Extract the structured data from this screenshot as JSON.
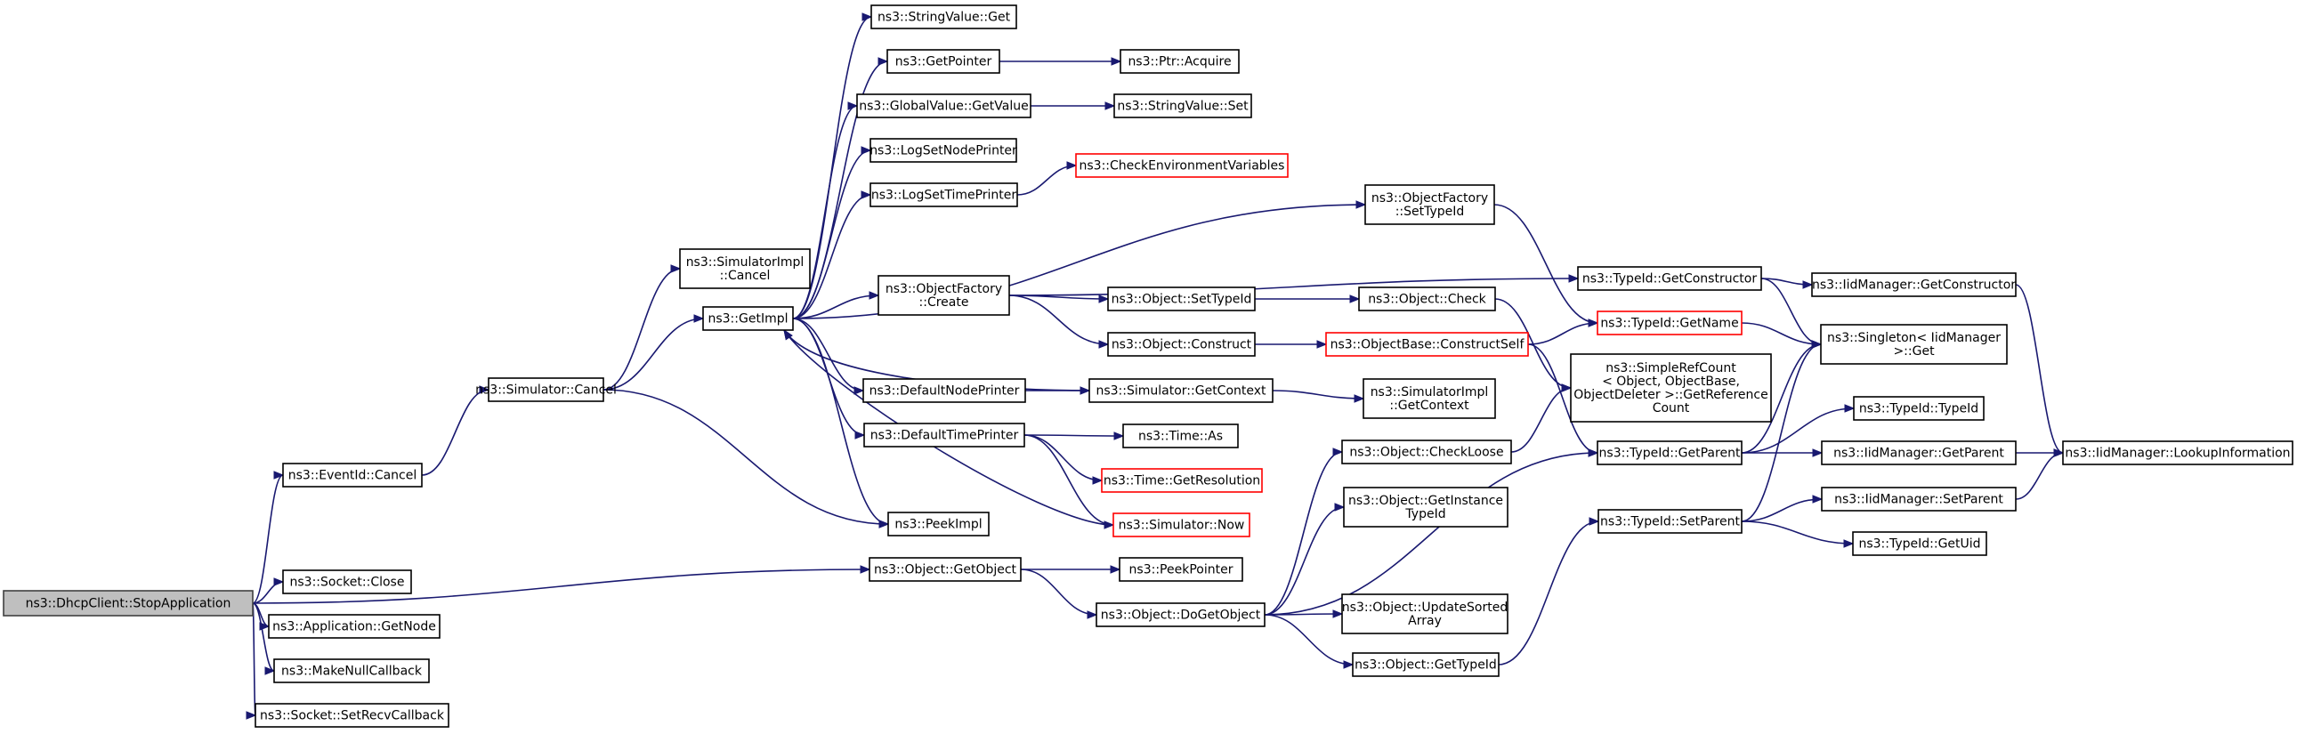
{
  "nodes": [
    {
      "id": "dhcp",
      "lines": [
        "ns3::DhcpClient::StopApplication"
      ],
      "style": "root"
    },
    {
      "id": "eventid_cancel",
      "lines": [
        "ns3::EventId::Cancel"
      ]
    },
    {
      "id": "socket_close",
      "lines": [
        "ns3::Socket::Close"
      ]
    },
    {
      "id": "app_getnode",
      "lines": [
        "ns3::Application::GetNode"
      ]
    },
    {
      "id": "makenull",
      "lines": [
        "ns3::MakeNullCallback"
      ]
    },
    {
      "id": "setrecv",
      "lines": [
        "ns3::Socket::SetRecvCallback"
      ]
    },
    {
      "id": "sim_cancel",
      "lines": [
        "ns3::Simulator::Cancel"
      ]
    },
    {
      "id": "simimpl_cancel",
      "lines": [
        "ns3::SimulatorImpl",
        "::Cancel"
      ]
    },
    {
      "id": "getimpl",
      "lines": [
        "ns3::GetImpl"
      ]
    },
    {
      "id": "peekimpl",
      "lines": [
        "ns3::PeekImpl"
      ]
    },
    {
      "id": "stringvalue_get",
      "lines": [
        "ns3::StringValue::Get"
      ]
    },
    {
      "id": "getpointer",
      "lines": [
        "ns3::GetPointer"
      ]
    },
    {
      "id": "globalvalue_getvalue",
      "lines": [
        "ns3::GlobalValue::GetValue"
      ]
    },
    {
      "id": "logsetnodeprinter",
      "lines": [
        "ns3::LogSetNodePrinter"
      ]
    },
    {
      "id": "logsettimeprinter",
      "lines": [
        "ns3::LogSetTimePrinter"
      ]
    },
    {
      "id": "objectfactory_create",
      "lines": [
        "ns3::ObjectFactory",
        "::Create"
      ]
    },
    {
      "id": "defaultnodeprinter",
      "lines": [
        "ns3::DefaultNodePrinter"
      ]
    },
    {
      "id": "defaulttimeprinter",
      "lines": [
        "ns3::DefaultTimePrinter"
      ]
    },
    {
      "id": "ptr_acquire",
      "lines": [
        "ns3::Ptr::Acquire"
      ]
    },
    {
      "id": "stringvalue_set",
      "lines": [
        "ns3::StringValue::Set"
      ]
    },
    {
      "id": "checkenv",
      "lines": [
        "ns3::CheckEnvironmentVariables"
      ],
      "style": "red"
    },
    {
      "id": "objectfactory_settypeid",
      "lines": [
        "ns3::ObjectFactory",
        "::SetTypeId"
      ]
    },
    {
      "id": "object_settypeid",
      "lines": [
        "ns3::Object::SetTypeId"
      ]
    },
    {
      "id": "object_construct",
      "lines": [
        "ns3::Object::Construct"
      ]
    },
    {
      "id": "sim_getcontext",
      "lines": [
        "ns3::Simulator::GetContext"
      ]
    },
    {
      "id": "time_as",
      "lines": [
        "ns3::Time::As"
      ]
    },
    {
      "id": "time_getresolution",
      "lines": [
        "ns3::Time::GetResolution"
      ],
      "style": "red"
    },
    {
      "id": "sim_now",
      "lines": [
        "ns3::Simulator::Now"
      ],
      "style": "red"
    },
    {
      "id": "object_getobject",
      "lines": [
        "ns3::Object::GetObject"
      ]
    },
    {
      "id": "peekpointer",
      "lines": [
        "ns3::PeekPointer"
      ]
    },
    {
      "id": "object_dogetobject",
      "lines": [
        "ns3::Object::DoGetObject"
      ]
    },
    {
      "id": "object_check",
      "lines": [
        "ns3::Object::Check"
      ]
    },
    {
      "id": "objectbase_constructself",
      "lines": [
        "ns3::ObjectBase::ConstructSelf"
      ],
      "style": "red"
    },
    {
      "id": "simimpl_getcontext",
      "lines": [
        "ns3::SimulatorImpl",
        "::GetContext"
      ]
    },
    {
      "id": "object_checkloose",
      "lines": [
        "ns3::Object::CheckLoose"
      ]
    },
    {
      "id": "object_getinstancetypeid",
      "lines": [
        "ns3::Object::GetInstance",
        "TypeId"
      ]
    },
    {
      "id": "object_updatesortedarray",
      "lines": [
        "ns3::Object::UpdateSorted",
        "Array"
      ]
    },
    {
      "id": "object_gettypeid",
      "lines": [
        "ns3::Object::GetTypeId"
      ]
    },
    {
      "id": "typeid_getconstructor",
      "lines": [
        "ns3::TypeId::GetConstructor"
      ]
    },
    {
      "id": "typeid_getname",
      "lines": [
        "ns3::TypeId::GetName"
      ],
      "style": "red"
    },
    {
      "id": "simplerefcount",
      "lines": [
        "ns3::SimpleRefCount",
        "< Object, ObjectBase,",
        "ObjectDeleter >::GetReference",
        "Count"
      ]
    },
    {
      "id": "typeid_getparent",
      "lines": [
        "ns3::TypeId::GetParent"
      ]
    },
    {
      "id": "typeid_setparent",
      "lines": [
        "ns3::TypeId::SetParent"
      ]
    },
    {
      "id": "iidmanager_getconstructor",
      "lines": [
        "ns3::IidManager::GetConstructor"
      ]
    },
    {
      "id": "singleton_get",
      "lines": [
        "ns3::Singleton< IidManager",
        ">::Get"
      ]
    },
    {
      "id": "typeid_typeid",
      "lines": [
        "ns3::TypeId::TypeId"
      ]
    },
    {
      "id": "iidmanager_getparent",
      "lines": [
        "ns3::IidManager::GetParent"
      ]
    },
    {
      "id": "iidmanager_setparent",
      "lines": [
        "ns3::IidManager::SetParent"
      ]
    },
    {
      "id": "typeid_getuid",
      "lines": [
        "ns3::TypeId::GetUid"
      ]
    },
    {
      "id": "iidmanager_lookupinformation",
      "lines": [
        "ns3::IidManager::LookupInformation"
      ]
    }
  ],
  "edges": [
    [
      "dhcp",
      "eventid_cancel"
    ],
    [
      "dhcp",
      "socket_close"
    ],
    [
      "dhcp",
      "app_getnode"
    ],
    [
      "dhcp",
      "makenull"
    ],
    [
      "dhcp",
      "setrecv"
    ],
    [
      "dhcp",
      "object_getobject"
    ],
    [
      "eventid_cancel",
      "sim_cancel"
    ],
    [
      "sim_cancel",
      "simimpl_cancel"
    ],
    [
      "sim_cancel",
      "getimpl"
    ],
    [
      "sim_cancel",
      "peekimpl"
    ],
    [
      "getimpl",
      "stringvalue_get"
    ],
    [
      "getimpl",
      "getpointer"
    ],
    [
      "getimpl",
      "globalvalue_getvalue"
    ],
    [
      "getimpl",
      "logsetnodeprinter"
    ],
    [
      "getimpl",
      "logsettimeprinter"
    ],
    [
      "getimpl",
      "objectfactory_settypeid"
    ],
    [
      "getimpl",
      "objectfactory_create"
    ],
    [
      "getimpl",
      "defaultnodeprinter"
    ],
    [
      "getimpl",
      "defaulttimeprinter"
    ],
    [
      "getimpl",
      "peekimpl"
    ],
    [
      "getpointer",
      "ptr_acquire"
    ],
    [
      "globalvalue_getvalue",
      "stringvalue_set"
    ],
    [
      "logsettimeprinter",
      "checkenv"
    ],
    [
      "objectfactory_settypeid",
      "typeid_getname"
    ],
    [
      "objectfactory_create",
      "typeid_getconstructor"
    ],
    [
      "objectfactory_create",
      "object_settypeid"
    ],
    [
      "objectfactory_create",
      "object_construct"
    ],
    [
      "object_settypeid",
      "object_check"
    ],
    [
      "object_construct",
      "objectbase_constructself"
    ],
    [
      "defaultnodeprinter",
      "sim_getcontext"
    ],
    [
      "sim_getcontext",
      "getimpl"
    ],
    [
      "sim_getcontext",
      "simimpl_getcontext"
    ],
    [
      "defaulttimeprinter",
      "time_as"
    ],
    [
      "defaulttimeprinter",
      "time_getresolution"
    ],
    [
      "defaulttimeprinter",
      "sim_now"
    ],
    [
      "sim_now",
      "getimpl"
    ],
    [
      "object_getobject",
      "peekpointer"
    ],
    [
      "object_getobject",
      "object_dogetobject"
    ],
    [
      "object_dogetobject",
      "object_checkloose"
    ],
    [
      "object_dogetobject",
      "object_getinstancetypeid"
    ],
    [
      "object_dogetobject",
      "typeid_getparent"
    ],
    [
      "object_dogetobject",
      "object_updatesortedarray"
    ],
    [
      "object_dogetobject",
      "object_gettypeid"
    ],
    [
      "object_checkloose",
      "simplerefcount"
    ],
    [
      "object_check",
      "simplerefcount"
    ],
    [
      "objectbase_constructself",
      "typeid_getname"
    ],
    [
      "objectbase_constructself",
      "typeid_getparent"
    ],
    [
      "object_gettypeid",
      "typeid_setparent"
    ],
    [
      "typeid_getconstructor",
      "iidmanager_getconstructor"
    ],
    [
      "typeid_getconstructor",
      "singleton_get"
    ],
    [
      "typeid_getname",
      "singleton_get"
    ],
    [
      "typeid_getparent",
      "singleton_get"
    ],
    [
      "typeid_getparent",
      "typeid_typeid"
    ],
    [
      "typeid_getparent",
      "iidmanager_getparent"
    ],
    [
      "typeid_setparent",
      "singleton_get"
    ],
    [
      "typeid_setparent",
      "iidmanager_setparent"
    ],
    [
      "typeid_setparent",
      "typeid_getuid"
    ],
    [
      "iidmanager_getconstructor",
      "iidmanager_lookupinformation"
    ],
    [
      "iidmanager_getparent",
      "iidmanager_lookupinformation"
    ],
    [
      "iidmanager_setparent",
      "iidmanager_lookupinformation"
    ]
  ]
}
